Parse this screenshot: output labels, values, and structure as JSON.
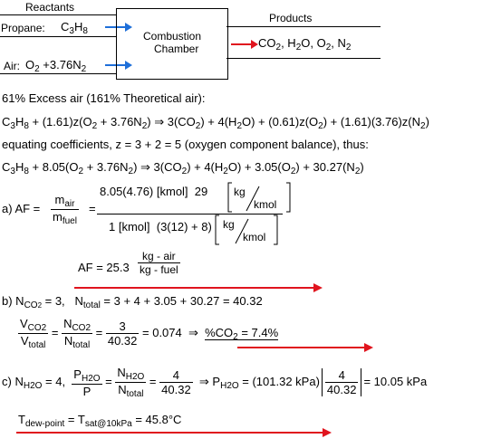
{
  "diagram": {
    "reactants_label": "Reactants",
    "products_label": "Products",
    "chamber_line1": "Combustion",
    "chamber_line2": "Chamber",
    "propane_label": "Propane:",
    "propane_formula": "C3H8",
    "air_label": "Air:",
    "air_formula": "O2 +3.76N2",
    "products_formula": "CO2, H2O, O2, N2",
    "arrow_color": "#1e6fd9",
    "red_color": "#e0141e"
  },
  "text": {
    "excess_air": "61% Excess air (161% Theoretical air):",
    "eq1": "C3H8 + (1.61)z(O2 + 3.76N2) ⇒ 3(CO2) + 4(H2O) + (0.61)z(O2) + (1.61)(3.76)z(N2)",
    "equating": "equating coefficients,   z = 3 + 2 = 5   (oxygen component balance),  thus:",
    "eq2": "C3H8 + 8.05(O2 + 3.76N2) ⇒ 3(CO2) + 4(H2O) + 3.05(O2) + 30.27(N2)",
    "part_a_label": "a) AF =",
    "af_num_main": "8.05(4.76) [kmol]  29",
    "af_den_main": "1 [kmol]  (3(12) + 8)",
    "af_unit": "kg/kmol",
    "af_result": "AF = 25.3",
    "af_result_unit_num": "kg - air",
    "af_result_unit_den": "kg - fuel",
    "part_b": "b) N",
    "b_line1_rest": "= 3,   N",
    "b_total": "= 3 + 4 + 3.05 + 30.27 = 40.32",
    "vco2_result": "= 0.074",
    "pct_co2": "%CO2 = 7.4%",
    "part_c": "c) N",
    "c_rest": "= 4,",
    "ph2o_calc": "(101.32 kPa)",
    "ph2o_result": "= 10.05 kPa",
    "tdew": "= T",
    "tdew_val": "= 45.8°C"
  }
}
